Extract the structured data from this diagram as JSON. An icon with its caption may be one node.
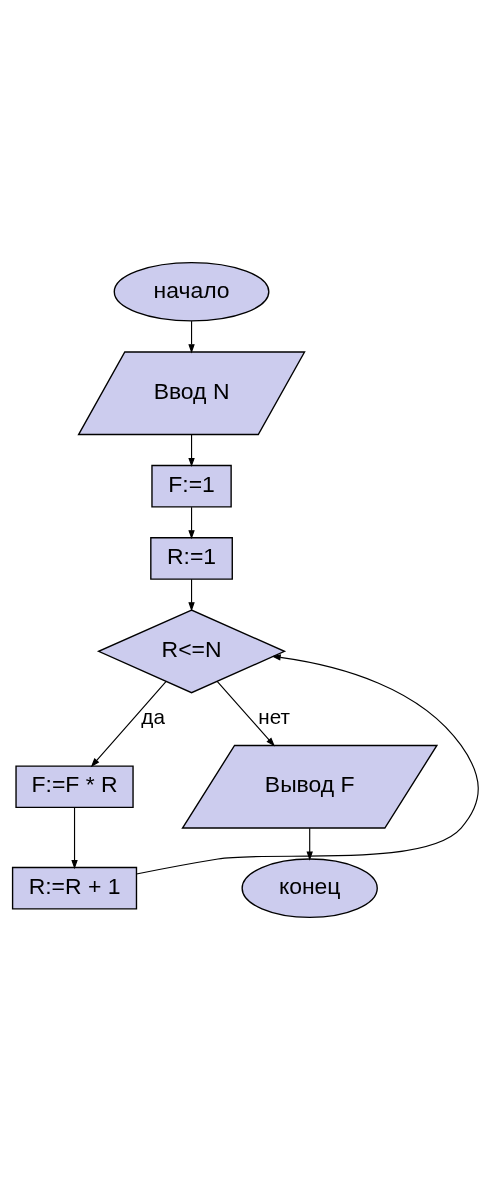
{
  "diagram": {
    "nodes": [
      {
        "text": [
          "начало"
        ]
      },
      {
        "text": [
          "Ввод N"
        ]
      },
      {
        "text": [
          "F:=1"
        ]
      },
      {
        "text": [
          "R:=1"
        ]
      },
      {
        "text": [
          "R<=N"
        ]
      },
      {
        "text": [
          "F:=F * R"
        ]
      },
      {
        "text": [
          "R:=R + 1"
        ]
      },
      {
        "text": [
          "Вывод F"
        ]
      },
      {
        "text": [
          "конец"
        ]
      }
    ],
    "edges": [
      {
        "from": 0,
        "to": 1,
        "arrow": "to"
      },
      {
        "from": 1,
        "to": 2,
        "arrow": "to"
      },
      {
        "from": 2,
        "to": 3,
        "arrow": "to"
      },
      {
        "from": 3,
        "to": 4,
        "arrow": "to"
      },
      {
        "from": 4,
        "to": 5,
        "arrow": "to",
        "label": "да"
      },
      {
        "from": 5,
        "to": 6,
        "arrow": "to"
      },
      {
        "from": 6,
        "to": 4,
        "arrow": "to"
      },
      {
        "from": 4,
        "to": 7,
        "arrow": "to",
        "label": "нет"
      },
      {
        "from": 7,
        "to": 8,
        "arrow": "to"
      }
    ]
  }
}
